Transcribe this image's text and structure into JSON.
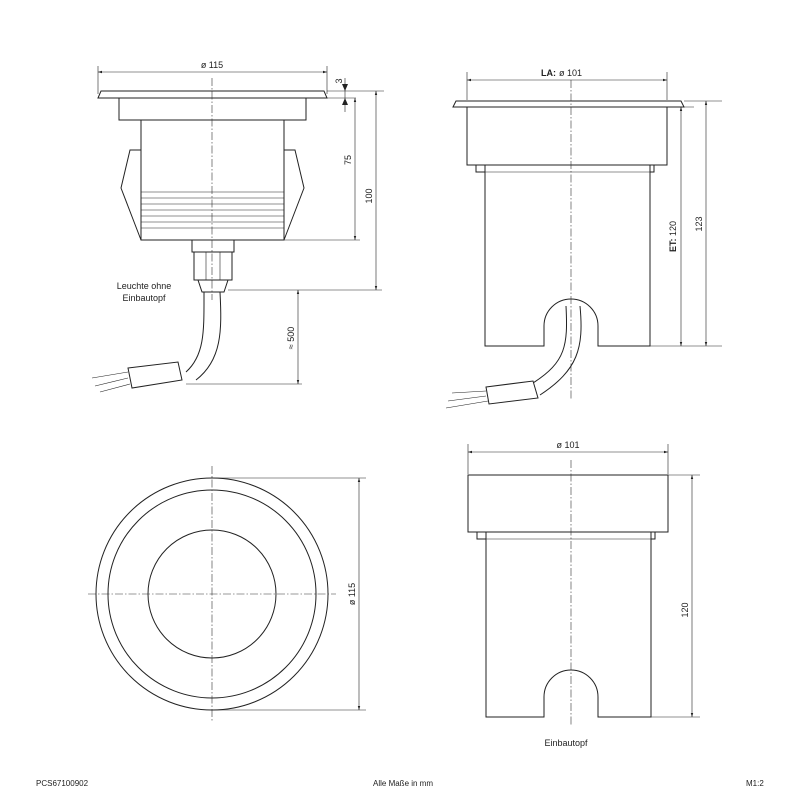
{
  "views": {
    "side_lamp": {
      "dim_diameter": "ø 115",
      "dim_flange": "3",
      "dim_body": "75",
      "dim_total": "100",
      "dim_cable": "≈ 500",
      "label_line1": "Leuchte ohne",
      "label_line2": "Einbautopf"
    },
    "side_installed": {
      "dim_diameter_prefix": "LA:",
      "dim_diameter": "ø 101",
      "dim_et_prefix": "ET:",
      "dim_et": "120",
      "dim_total": "123"
    },
    "top": {
      "dim_diameter": "ø 115"
    },
    "housing": {
      "dim_diameter": "ø 101",
      "dim_height": "120",
      "label": "Einbautopf"
    }
  },
  "footer": {
    "code": "PCS67100902",
    "note": "Alle Maße in mm",
    "scale": "M1:2"
  }
}
